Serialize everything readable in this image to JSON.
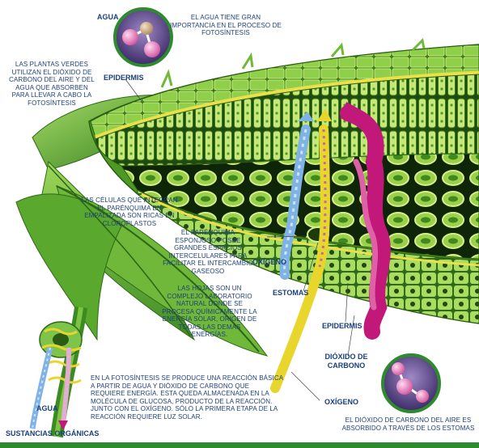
{
  "labels": {
    "agua_top": "AGUA",
    "agua_desc": "EL AGUA TIENE GRAN IMPORTANCIA EN EL PROCESO DE FOTOSÍNTESIS",
    "plantas_desc": "LAS PLANTAS VERDES UTILIZAN EL DIÓXIDO DE CARBONO DEL AIRE Y DEL AGUA QUE ABSORBEN PARA LLEVAR A CABO LA FOTOSÍNTESIS",
    "epidermis_top": "EPIDERMIS",
    "celulas_desc": "LAS CÉLULAS QUE INTEGRAN EL PARÉNQUIMA EN EMPALIZADA SON RICAS EN CLOROPLASTOS",
    "parenquima_desc": "EL PARÉNQUIMA ESPONJOSO POSEE GRANDES ESPACIOS INTERCELULARES PARA FACILITAR EL INTERCAMBIO GASEOSO",
    "oxigeno_mid": "OXÍGENO",
    "estomas": "ESTOMAS",
    "hojas_desc": "LAS HOJAS SON UN COMPLEJO LABORATORIO NATURAL DONDE SE PROCESA QUÍMICAMENTE LA ENERGÍA SOLAR, ORIGEN DE TODAS LAS DEMÁS ENERGÍAS.",
    "epidermis_bottom": "EPIDERMIS",
    "dioxido": "DIÓXIDO DE CARBONO",
    "oxigeno_bottom": "OXÍGENO",
    "fotosintesis_desc": "EN LA FOTOSÍNTESIS SE PRODUCE UNA REACCIÓN BÁSICA A PARTIR DE AGUA Y DIÓXIDO DE CARBONO QUE REQUIERE ENERGÍA. ESTA QUEDA ALMACENADA EN LA MOLÉCULA DE GLUCOSA, PRODUCTO DE LA REACCIÓN. JUNTO CON EL  OXÍGENO. SÓLO LA PRIMERA ETAPA DE LA REACCIÓN REQUIERE LUZ SOLAR.",
    "agua_bottom": "AGUA",
    "sustancias": "SUSTANCIAS ORGÁNICAS",
    "dioxido_desc": "EL DIÓXIDO DE CARBONO DEL AIRE ES ABSORBIDO A TRAVÉS DE LOS ESTOMAS"
  },
  "colors": {
    "leaf_dark": "#3e8a24",
    "leaf_light": "#8fcf4a",
    "water": "#7fb3e6",
    "oxygen": "#e8d62c",
    "co2": "#c2187a",
    "text": "#1f3f7a"
  }
}
